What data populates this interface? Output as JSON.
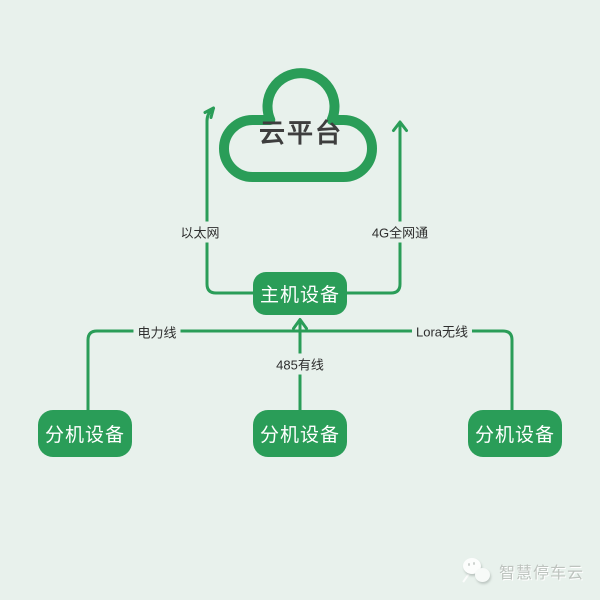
{
  "colors": {
    "background": "#e8f1ec",
    "accent_green": "#2a9d58",
    "title_text": "#3e3e3e",
    "label_text": "#2e2e2e",
    "node_text": "#ffffff",
    "watermark_text": "#bdc3be"
  },
  "diagram": {
    "cloud": {
      "label": "云平台"
    },
    "host": {
      "label": "主机设备"
    },
    "terminals": [
      {
        "label": "分机设备"
      },
      {
        "label": "分机设备"
      },
      {
        "label": "分机设备"
      }
    ],
    "links": [
      {
        "from": "主机设备",
        "to": "云平台",
        "label": "以太网"
      },
      {
        "from": "主机设备",
        "to": "云平台",
        "label": "4G全网通"
      },
      {
        "from": "分机设备",
        "to": "主机设备",
        "label": "电力线"
      },
      {
        "from": "分机设备",
        "to": "主机设备",
        "label": "485有线"
      },
      {
        "from": "分机设备",
        "to": "主机设备",
        "label": "Lora无线"
      }
    ]
  },
  "watermark": {
    "text": "智慧停车云",
    "icon": "wechat-chat-bubbles"
  }
}
